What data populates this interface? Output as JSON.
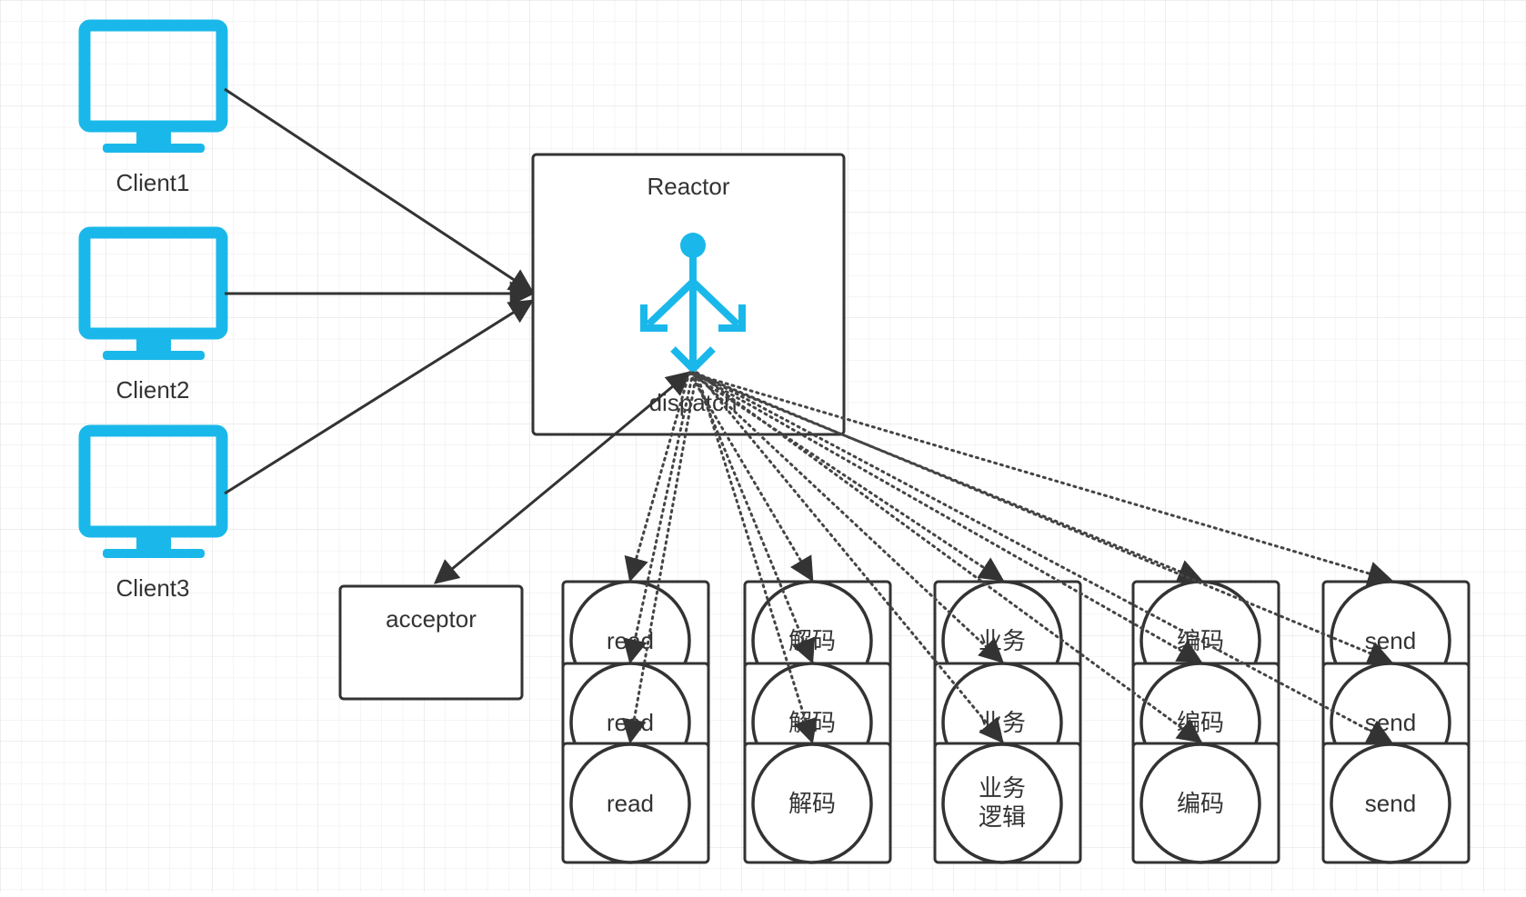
{
  "clients": [
    {
      "id": "client1",
      "label": "Client1"
    },
    {
      "id": "client2",
      "label": "Client2"
    },
    {
      "id": "client3",
      "label": "Client3"
    }
  ],
  "reactor": {
    "title": "Reactor",
    "dispatch_label": "dispatch",
    "icon": "dispatch-split-icon"
  },
  "acceptor": {
    "label": "acceptor"
  },
  "handler_columns": [
    {
      "id": "read",
      "labels": [
        "read",
        "read",
        "read"
      ]
    },
    {
      "id": "decode",
      "labels": [
        "解码",
        "解码",
        "解码"
      ]
    },
    {
      "id": "biz",
      "labels": [
        "业务",
        "业务",
        "业务\n逻辑"
      ]
    },
    {
      "id": "encode",
      "labels": [
        "编码",
        "编码",
        "编码"
      ]
    },
    {
      "id": "send",
      "labels": [
        "send",
        "send",
        "send"
      ]
    }
  ],
  "colors": {
    "grid": "#e6e6e6",
    "grid_major": "#d9d9d9",
    "monitor": "#1ab8ea",
    "stroke": "#333333",
    "text": "#333333"
  }
}
